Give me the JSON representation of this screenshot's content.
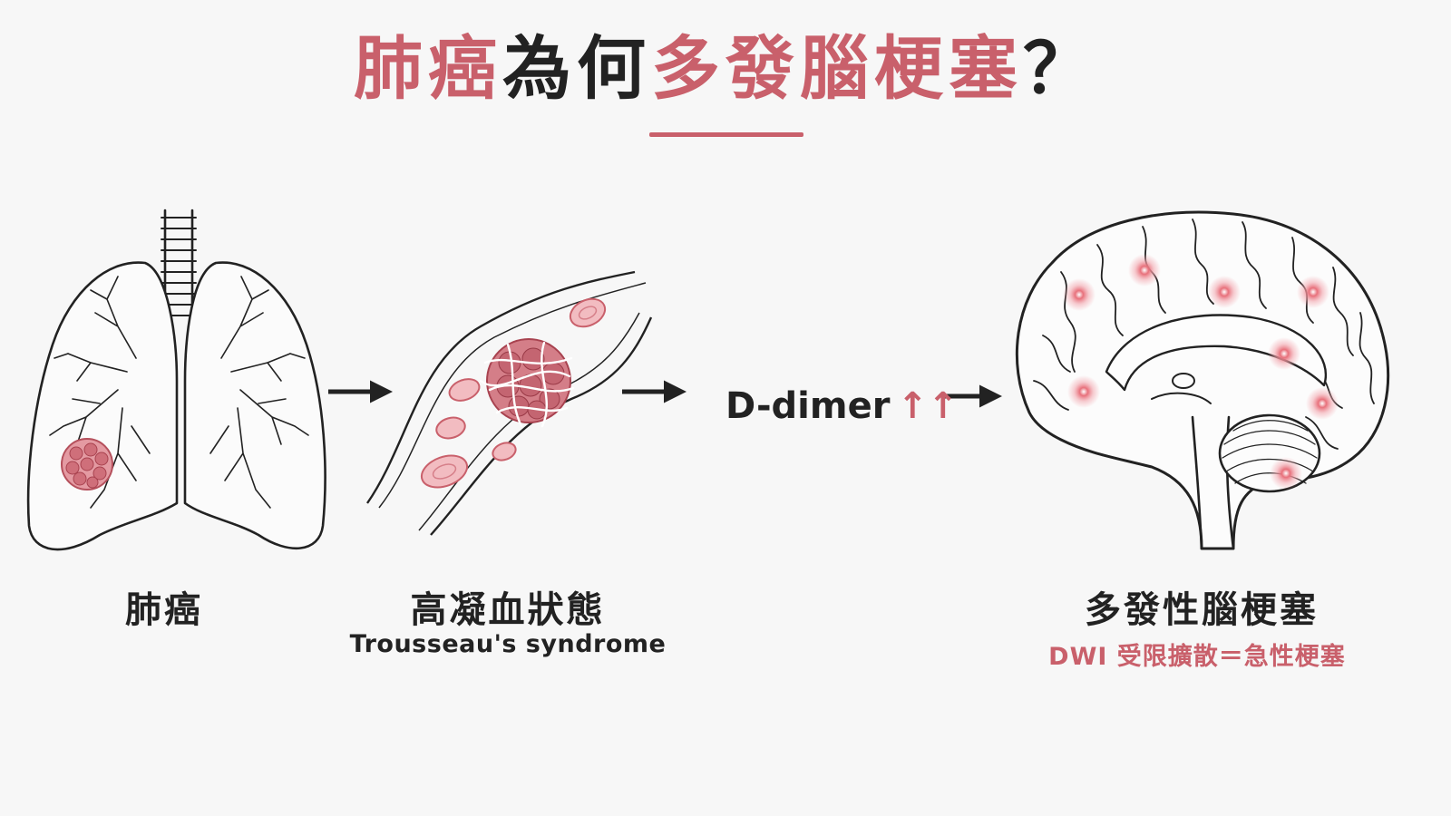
{
  "title": {
    "part1": "肺癌",
    "part2": "為何",
    "part3": "多發腦梗塞",
    "part4": "？"
  },
  "stages": {
    "lung": {
      "label": "肺癌"
    },
    "clot": {
      "label": "高凝血狀態",
      "sub": "Trousseau's syndrome"
    },
    "marker": {
      "label": "D-dimer",
      "indicator": "↑↑"
    },
    "brain": {
      "label": "多發性腦梗塞",
      "sub": "DWI 受限擴散＝急性梗塞"
    }
  },
  "colors": {
    "accent": "#c9606b",
    "ink": "#222222",
    "background": "#f7f7f7"
  },
  "icons": [
    "lungs-with-tumor-icon",
    "blood-vessel-clot-icon",
    "brain-multiple-infarcts-icon",
    "arrow-right-icon"
  ]
}
